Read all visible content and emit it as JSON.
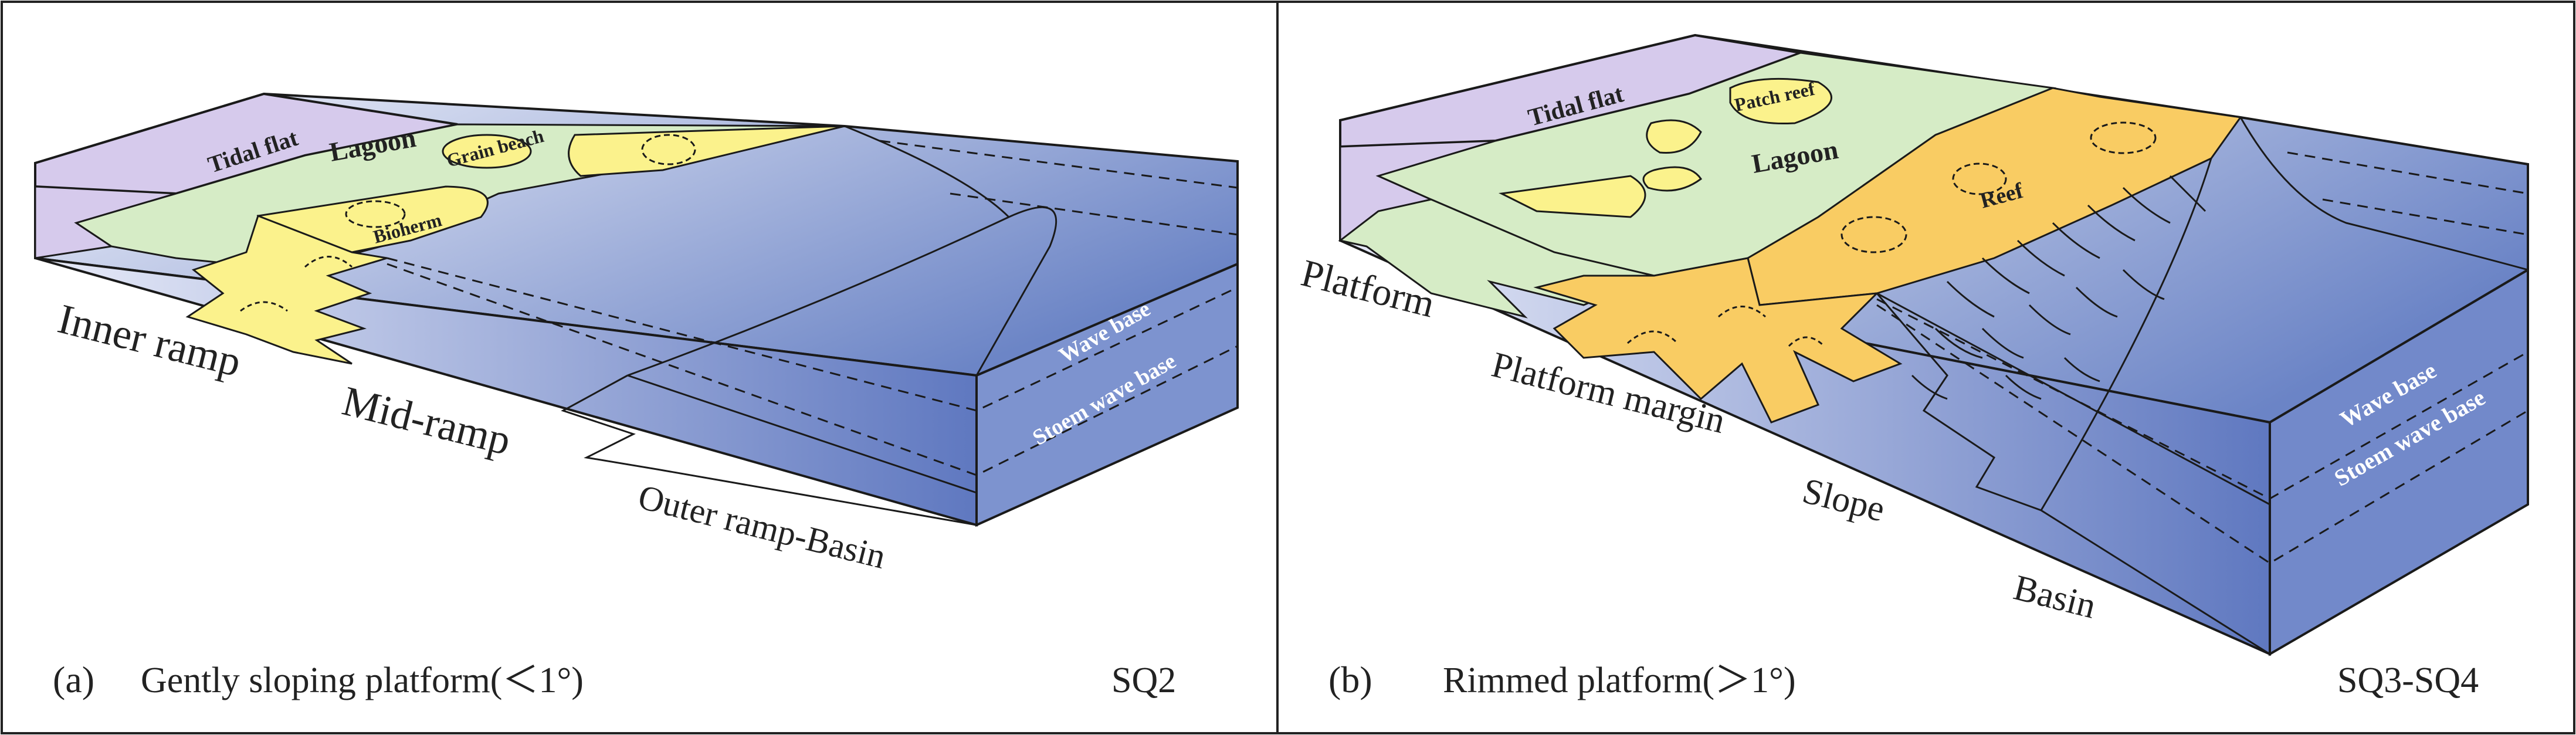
{
  "colors": {
    "tidal_flat": "#d6caec",
    "lagoon": "#d6ecc6",
    "yellow": "#fbf28c",
    "orange": "#f9cc63",
    "basin_dark": "#6f87c8",
    "basin_light": "#eef0fa",
    "outline": "#1a1a1a"
  },
  "panel_a": {
    "labels": {
      "tidal_flat": "Tidal flat",
      "lagoon": "Lagoon",
      "grain_beach": "Grain beach",
      "bioherm": "Bioherm",
      "wave_base": "Wave base",
      "storm_wave_base": "Stoem wave base"
    },
    "zones": {
      "inner_ramp": "Inner ramp",
      "mid_ramp": "Mid-ramp",
      "outer_ramp": "Outer ramp-Basin"
    },
    "caption": {
      "letter": "(a)",
      "text": "Gently sloping platform(＜1°)",
      "sequence": "SQ2"
    }
  },
  "panel_b": {
    "labels": {
      "tidal_flat": "Tidal flat",
      "patch_reef": "Patch reef",
      "lagoon": "Lagoon",
      "reef": "Reef",
      "wave_base": "Wave base",
      "storm_wave_base": "Stoem wave base"
    },
    "zones": {
      "platform": "Platform",
      "platform_margin": "Platform margin",
      "slope": "Slope",
      "basin": "Basin"
    },
    "caption": {
      "letter": "(b)",
      "text": "Rimmed platform(＞1°)",
      "sequence": "SQ3-SQ4"
    }
  }
}
